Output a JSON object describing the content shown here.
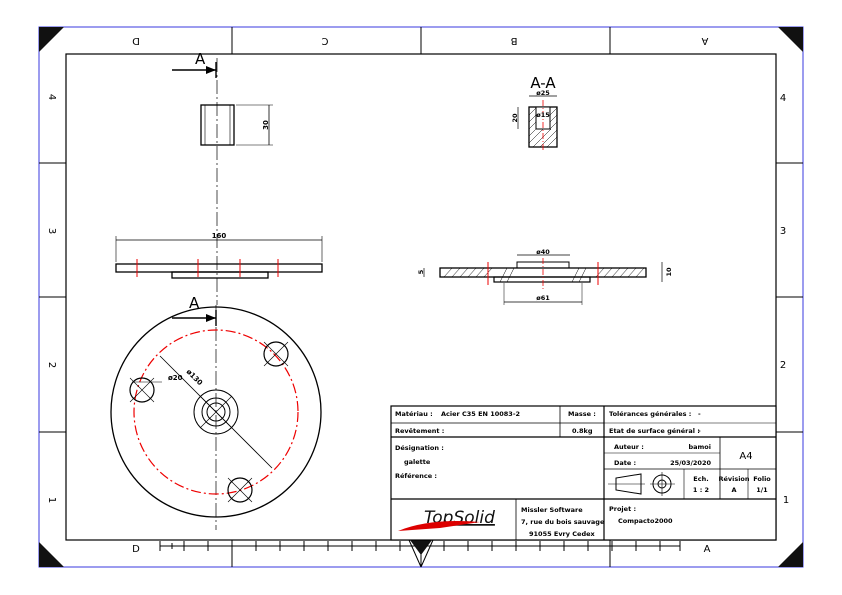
{
  "zone_letters": {
    "top": [
      "D",
      "C",
      "B",
      "A"
    ],
    "bottom": [
      "D",
      "A"
    ]
  },
  "zone_numbers": {
    "left": [
      "4",
      "3",
      "2",
      "1"
    ],
    "right": [
      "4",
      "3",
      "2",
      "1"
    ]
  },
  "views": {
    "section_arrow_label": "A",
    "section_title": "A-A",
    "dims": {
      "side_height": "30",
      "width": "160",
      "section_outer": "ø25",
      "section_inner": "ø15",
      "section_height": "20",
      "hub": "ø40",
      "hub_outer": "ø61",
      "thickness": "5",
      "total_height": "10",
      "bolt_circle": "ø130",
      "hole": "ø20"
    }
  },
  "title_block": {
    "material_label": "Matériau :",
    "material_value": "Acier C35 EN 10083-2",
    "mass_label": "Masse :",
    "mass_value": "0.8kg",
    "coating_label": "Revêtement :",
    "tolerance_label": "Tolérances générales :",
    "tolerance_value": "-",
    "surface_label": "Etat de surface général :",
    "surface_value": "-",
    "designation_label": "Désignation :",
    "designation_value": "galette",
    "reference_label": "Référence :",
    "author_label": "Auteur :",
    "author_value": "bamoi",
    "date_label": "Date :",
    "date_value": "25/03/2020",
    "format": "A4",
    "scale_label": "Ech.",
    "scale_value": "1 : 2",
    "revision_label": "Révision",
    "revision_value": "A",
    "folio_label": "Folio",
    "folio_value": "1/1",
    "logo_text": "TopSolid",
    "company_line1": "Missler Software",
    "company_line2": "7, rue du bois sauvage",
    "company_line3": "91055 Evry Cedex",
    "project_label": "Projet :",
    "project_value": "Compacto2000"
  }
}
